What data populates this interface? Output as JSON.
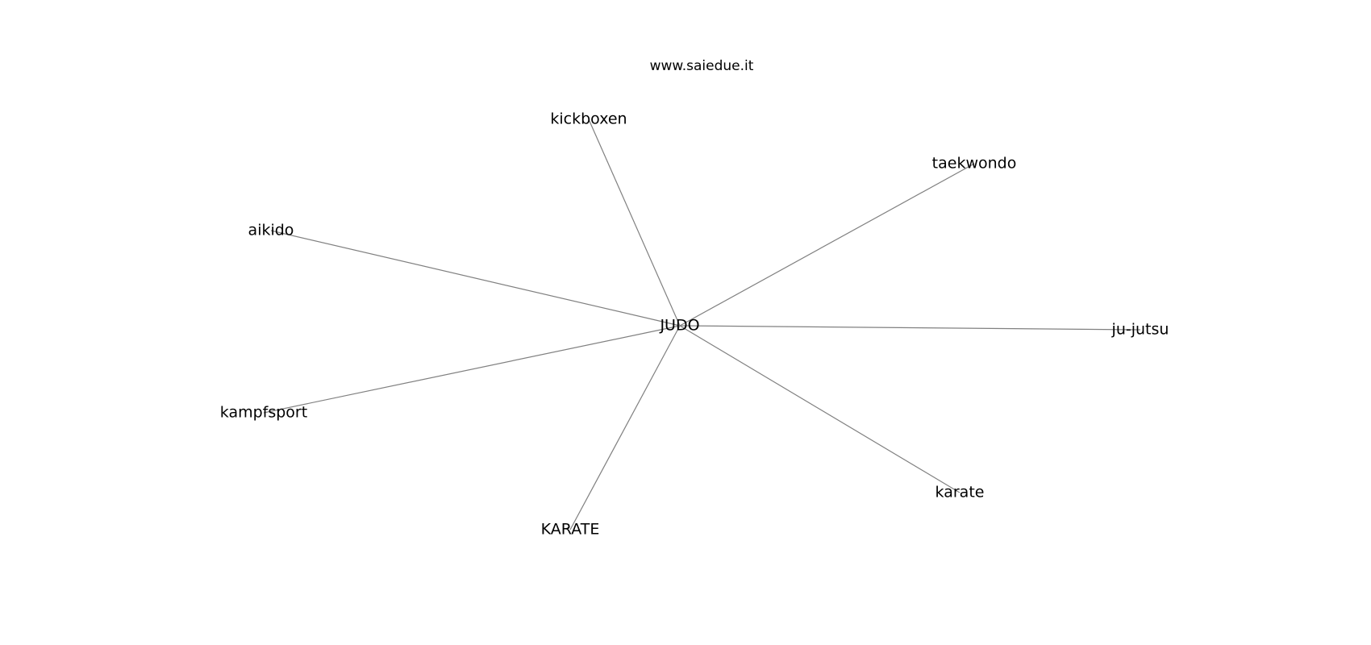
{
  "header": {
    "title": "www.saiedue.it"
  },
  "graph": {
    "center": "JUDO",
    "nodes": [
      "JUDO",
      "kickboxen",
      "taekwondo",
      "aikido",
      "ju-jutsu",
      "kampfsport",
      "karate",
      "KARATE"
    ],
    "edges": [
      [
        "JUDO",
        "kickboxen"
      ],
      [
        "JUDO",
        "taekwondo"
      ],
      [
        "JUDO",
        "aikido"
      ],
      [
        "JUDO",
        "ju-jutsu"
      ],
      [
        "JUDO",
        "kampfsport"
      ],
      [
        "JUDO",
        "karate"
      ],
      [
        "JUDO",
        "KARATE"
      ]
    ],
    "edge_color": "#808080",
    "label_color": "#000000"
  }
}
